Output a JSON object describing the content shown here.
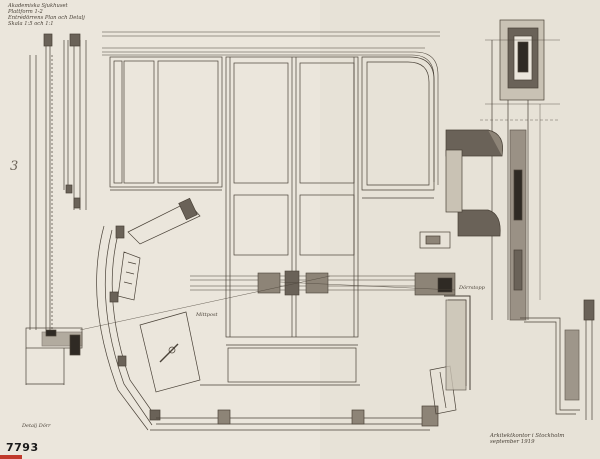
{
  "colors": {
    "paper": "#ebe6dc",
    "ink": "#4a4238",
    "wash": "#8d8477",
    "dark_wash": "#6a6258",
    "archive_strip": "#c0392b"
  },
  "title_block": {
    "line1": "Akademiska Sjukhuset",
    "line2": "Plattform 1-2",
    "line3": "Entrédörrens Plan och Detalj",
    "line4": "Skala 1:5 och 1:1"
  },
  "margin_mark": "3",
  "labels": {
    "mullion": "Mittpost",
    "stay": "Dörrstopp"
  },
  "scale_note": "Detalj Dörr",
  "signature": {
    "line1": "Arkitektkontor i Stockholm",
    "line2": "september 1919"
  },
  "archive_number": "7793"
}
